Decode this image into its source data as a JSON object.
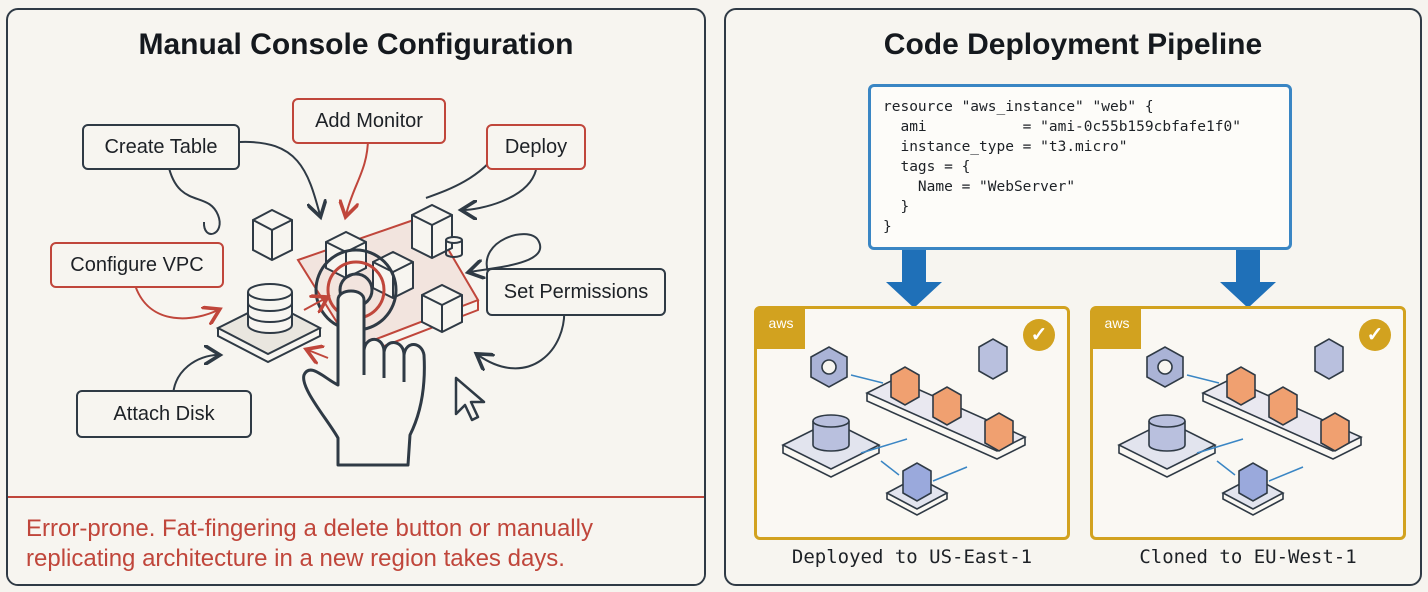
{
  "manual": {
    "title": "Manual Console Configuration",
    "labels": {
      "create_table": "Create Table",
      "add_monitor": "Add Monitor",
      "deploy": "Deploy",
      "configure_vpc": "Configure VPC",
      "set_permissions": "Set Permissions",
      "attach_disk": "Attach Disk"
    },
    "error_text_line1": "Error-prone. Fat-fingering a delete button or manually",
    "error_text_line2": "replicating architecture in a new region takes days.",
    "colors": {
      "accent_red": "#c0463b",
      "ink": "#2f3a45"
    }
  },
  "pipeline": {
    "title": "Code Deployment Pipeline",
    "code_lines": [
      "resource \"aws_instance\" \"web\" {",
      "  ami           = \"ami-0c55b159cbfafe1f0\"",
      "  instance_type = \"t3.micro\"",
      "  tags = {",
      "    Name = \"WebServer\"",
      "  }",
      "}"
    ],
    "regions": [
      {
        "badge": "aws",
        "caption": "Deployed to US-East-1",
        "check_icon": "check-icon"
      },
      {
        "badge": "aws",
        "caption": "Cloned to EU-West-1",
        "check_icon": "check-icon"
      }
    ],
    "colors": {
      "code_border": "#3a86c4",
      "arrow": "#1f70b8",
      "region_border": "#d2a21f"
    }
  }
}
